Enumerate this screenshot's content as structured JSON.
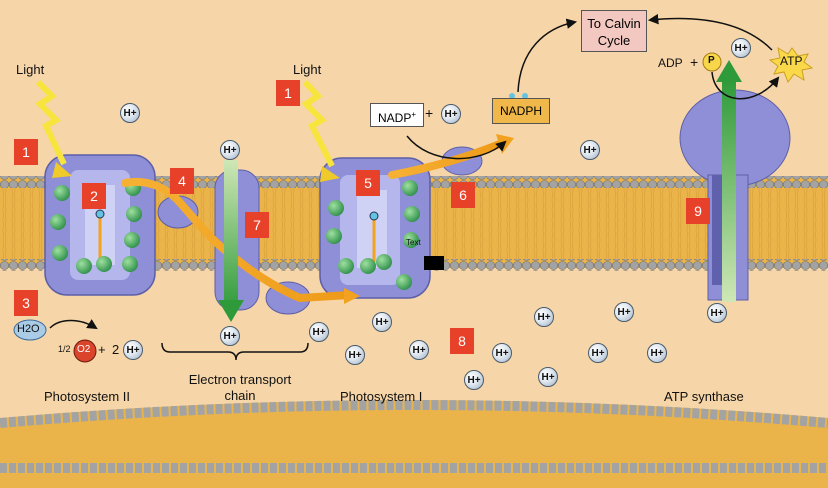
{
  "labels": {
    "light_1": "Light",
    "light_2": "Light",
    "calvin": "To Calvin Cycle",
    "nadp": "NADP",
    "nadp_sup": "+",
    "nadph": "NADPH",
    "plus": "+",
    "adp": "ADP",
    "p": "P",
    "atp": "ATP",
    "h2o": "H2O",
    "o2_half": "1/2",
    "o2": "O2",
    "two": "2",
    "ps2": "Photosystem II",
    "etc": "Electron transport chain",
    "ps1": "Photosystem I",
    "atp_synthase": "ATP synthase",
    "text_tag": "Text",
    "h_ion": "H+"
  },
  "numbers": [
    "1",
    "1",
    "2",
    "3",
    "4",
    "5",
    "6",
    "7",
    "8",
    "9"
  ],
  "colors": {
    "background": "#f6d6a8",
    "membrane_fill": "#eab44a",
    "lipid_head": "#a9a9a9",
    "protein": "#8e8fd6",
    "marker": "#e8412a",
    "arrow_orange": "#f2a21f",
    "arrow_green": "#3aa142",
    "light_bolt": "#f7e43c"
  }
}
